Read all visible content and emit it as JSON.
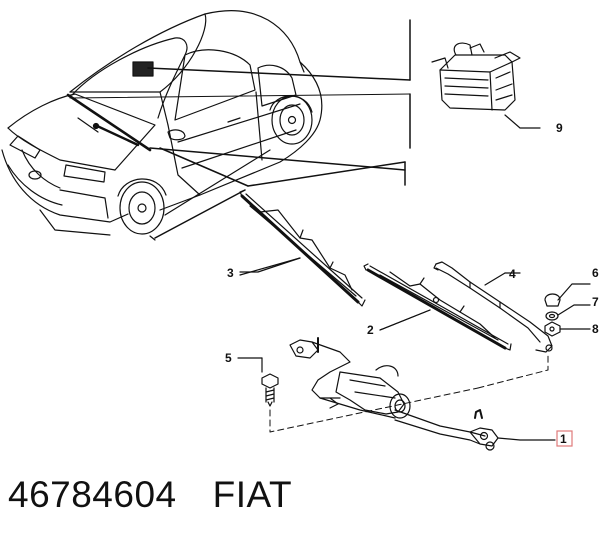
{
  "callouts": [
    {
      "id": "part-1",
      "label": "1",
      "highlighted": true
    },
    {
      "id": "part-2",
      "label": "2"
    },
    {
      "id": "part-3",
      "label": "3"
    },
    {
      "id": "part-4",
      "label": "4"
    },
    {
      "id": "part-5",
      "label": "5"
    },
    {
      "id": "part-6",
      "label": "6"
    },
    {
      "id": "part-7",
      "label": "7"
    },
    {
      "id": "part-8",
      "label": "8"
    },
    {
      "id": "part-9",
      "label": "9"
    }
  ],
  "caption": {
    "part_number": "46784604",
    "brand": "FIAT"
  },
  "colors": {
    "line": "#111111",
    "highlight_box": "#e07a7a",
    "background": "#ffffff"
  }
}
